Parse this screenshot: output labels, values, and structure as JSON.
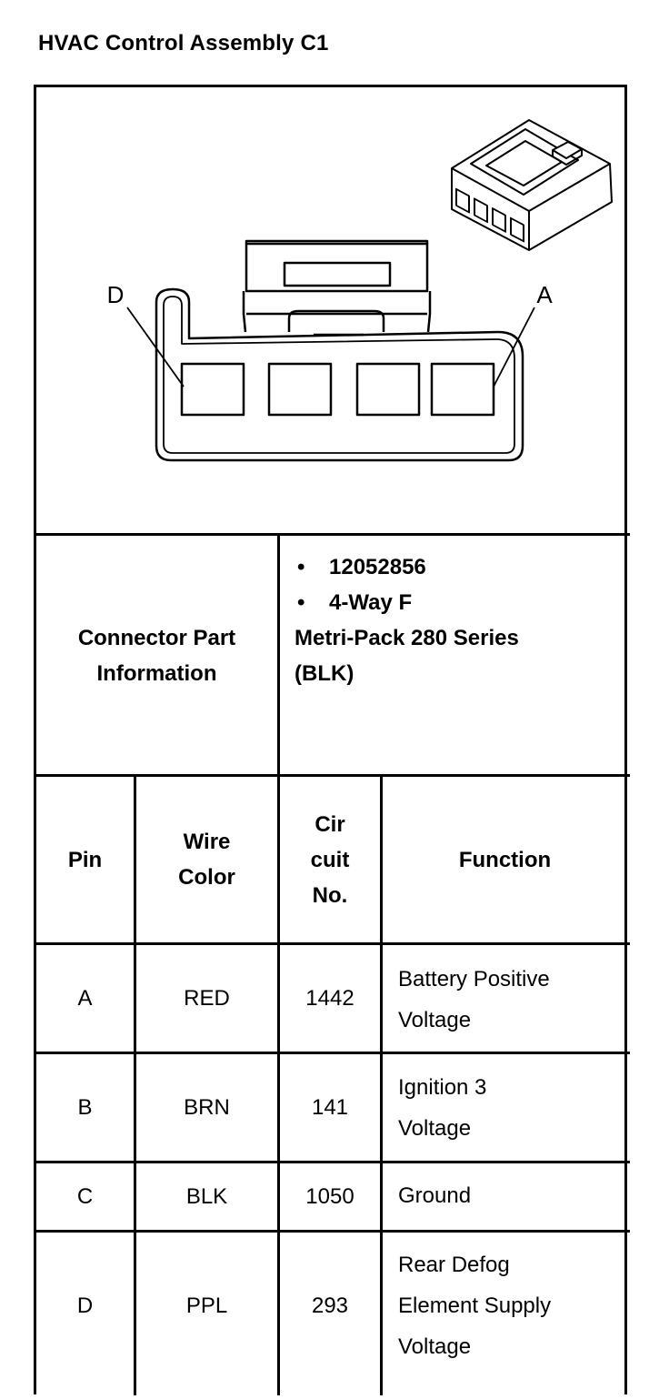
{
  "title": "HVAC Control Assembly C1",
  "diagram": {
    "label_left": "D",
    "label_right": "A"
  },
  "connector_info": {
    "label_line1": "Connector Part",
    "label_line2": "Information",
    "part_number": "12052856",
    "description": "4-Way F",
    "series": "Metri-Pack 280 Series",
    "color": "(BLK)"
  },
  "table": {
    "headers": {
      "pin": "Pin",
      "wire_color_1": "Wire",
      "wire_color_2": "Color",
      "circuit_1": "Cir",
      "circuit_2": "cuit",
      "circuit_3": "No.",
      "function": "Function"
    },
    "rows": [
      {
        "pin": "A",
        "wire": "RED",
        "circuit": "1442",
        "function": [
          "Battery Positive",
          "Voltage"
        ]
      },
      {
        "pin": "B",
        "wire": "BRN",
        "circuit": "141",
        "function": [
          "Ignition 3",
          "Voltage"
        ]
      },
      {
        "pin": "C",
        "wire": "BLK",
        "circuit": "1050",
        "function": [
          "Ground"
        ]
      },
      {
        "pin": "D",
        "wire": "PPL",
        "circuit": "293",
        "function": [
          "Rear Defog",
          "Element Supply",
          "Voltage"
        ]
      }
    ]
  }
}
